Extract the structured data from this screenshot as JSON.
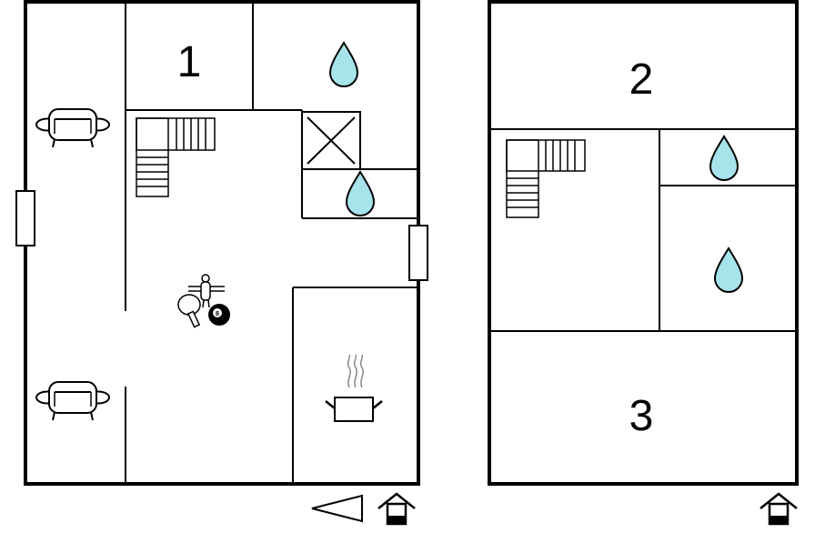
{
  "floors": [
    {
      "id": "ground",
      "rooms": [
        {
          "id": "bedroom-1",
          "label": "1"
        }
      ],
      "icons": [
        "sofa-icon",
        "sofa-icon",
        "stairs-icon",
        "water-drop-icon",
        "water-drop-icon",
        "storage-cross-icon",
        "table-football-icon",
        "table-tennis-icon",
        "billiard-ball-icon",
        "kitchen-pot-icon",
        "entrance-icon",
        "direction-arrow-icon"
      ],
      "billiard_ball_number": "8"
    },
    {
      "id": "upper",
      "rooms": [
        {
          "id": "bedroom-2",
          "label": "2"
        },
        {
          "id": "bedroom-3",
          "label": "3"
        }
      ],
      "icons": [
        "stairs-icon",
        "water-drop-icon",
        "water-drop-icon",
        "entrance-icon"
      ]
    }
  ],
  "colors": {
    "water": "#a6e3ea",
    "walls": "#000000",
    "steam": "#888888"
  }
}
